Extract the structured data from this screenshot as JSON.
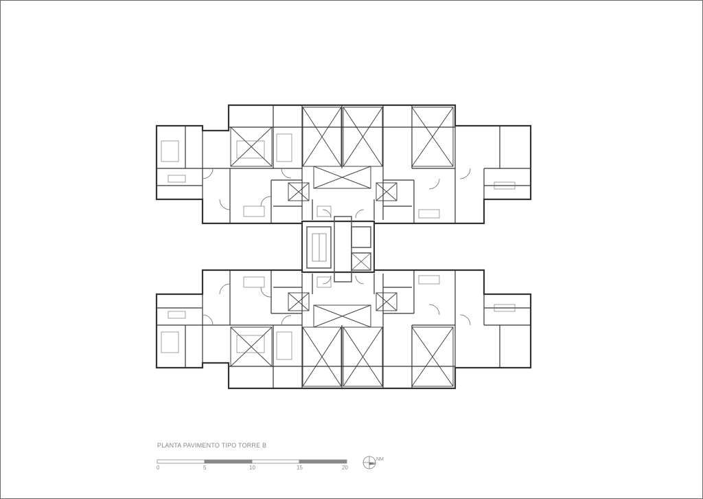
{
  "drawing": {
    "title": "PLANTA PAVIMENTO TIPO TORRE B",
    "scale_bar": {
      "ticks": [
        "0",
        "5",
        "10",
        "15",
        "20"
      ],
      "unit_segments": 4
    },
    "north_label": "NM",
    "colors": {
      "wall": "#333333",
      "line": "#555555",
      "scale_fill": "#888888",
      "text": "#888888"
    }
  }
}
